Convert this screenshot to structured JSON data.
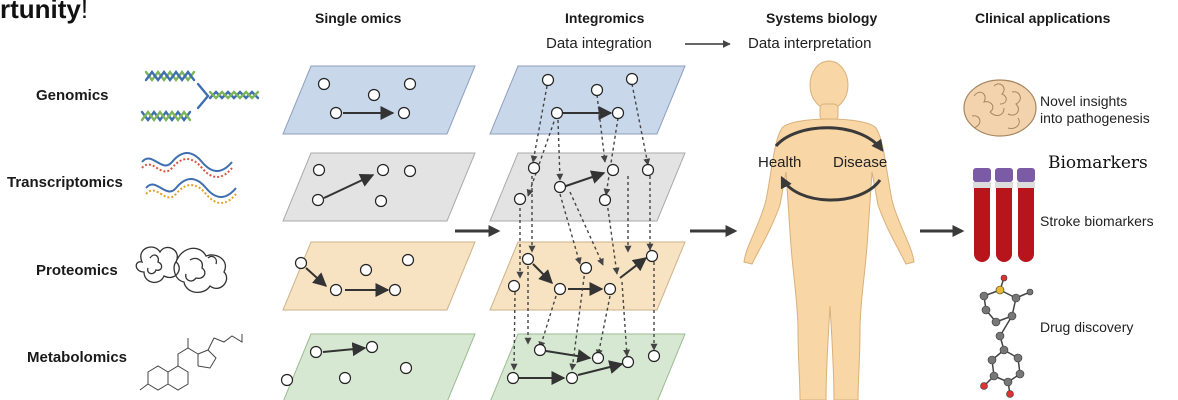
{
  "title_fragment": "rtunity",
  "title_punct": "!",
  "headers": {
    "single_omics": "Single omics",
    "integromics": "Integromics",
    "systems_biology": "Systems biology",
    "clinical": "Clinical applications"
  },
  "integration": {
    "left": "Data integration",
    "right": "Data interpretation"
  },
  "rows": [
    "Genomics",
    "Transcriptomics",
    "Proteomics",
    "Metabolomics"
  ],
  "body": {
    "health": "Health",
    "disease": "Disease"
  },
  "applications": {
    "pathogenesis_line1": "Novel insights",
    "pathogenesis_line2": "into pathogenesis",
    "biomarkers": "Biomarkers",
    "stroke": "Stroke biomarkers",
    "drug": "Drug discovery"
  },
  "colors": {
    "genomics_plane": "#c9d7ea",
    "transcriptomics_plane": "#e3e3e3",
    "proteomics_plane": "#f7e2c2",
    "metabolomics_plane": "#d6e8d2",
    "body_fill": "#f8d6a6",
    "tube_red": "#b8141c",
    "tube_cap": "#7b5aa6",
    "arrow": "#3a3a3a"
  }
}
